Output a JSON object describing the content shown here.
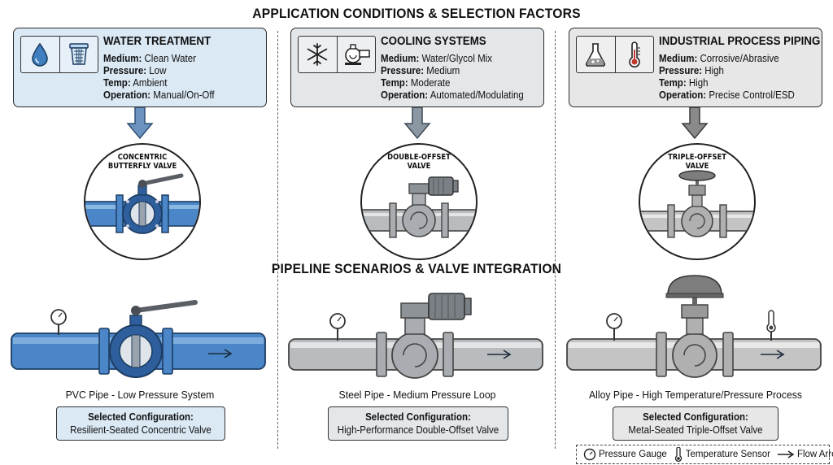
{
  "top_heading": "APPLICATION CONDITIONS & SELECTION FACTORS",
  "mid_heading": "PIPELINE SCENARIOS & VALVE INTEGRATION",
  "labels": {
    "medium": "Medium:",
    "pressure": "Pressure:",
    "temp": "Temp:",
    "operation": "Operation:"
  },
  "columns": [
    {
      "title": "WATER TREATMENT",
      "medium": "Clean Water",
      "pressure": "Low",
      "temp": "Ambient",
      "operation": "Manual/On-Off",
      "icons": [
        "water-drop-icon",
        "filter-icon"
      ],
      "valve_label_1": "CONCENTRIC",
      "valve_label_2": "BUTTERFLY VALVE",
      "pipe_label": "PVC Pipe - Low Pressure System",
      "config_title": "Selected Configuration:",
      "config_value": "Resilient-Seated Concentric Valve",
      "card_color": "#dbe9f5",
      "pipe_color": "#4a86c8"
    },
    {
      "title": "COOLING SYSTEMS",
      "medium": "Water/Glycol Mix",
      "pressure": "Medium",
      "temp": "Moderate",
      "operation": "Automated/Modulating",
      "icons": [
        "snowflake-icon",
        "pump-icon"
      ],
      "valve_label_1": "DOUBLE-OFFSET",
      "valve_label_2": "VALVE",
      "pipe_label": "Steel Pipe - Medium Pressure Loop",
      "config_title": "Selected Configuration:",
      "config_value": "High-Performance Double-Offset Valve",
      "card_color": "#e3e7ea",
      "pipe_color": "#b9bcbf"
    },
    {
      "title": "INDUSTRIAL PROCESS PIPING",
      "medium": "Corrosive/Abrasive",
      "pressure": "High",
      "temp": "High",
      "operation": "Precise Control/ESD",
      "icons": [
        "flask-icon",
        "thermometer-icon"
      ],
      "valve_label_1": "TRIPLE-OFFSET",
      "valve_label_2": "VALVE",
      "pipe_label": "Alloy Pipe - High Temperature/Pressure Process",
      "config_title": "Selected Configuration:",
      "config_value": "Metal-Seated Triple-Offset Valve",
      "card_color": "#e7e7e7",
      "pipe_color": "#c4c4c4"
    }
  ],
  "legend": {
    "gauge": "Pressure Gauge",
    "sensor": "Temperature Sensor",
    "flow": "Flow Arrow"
  }
}
